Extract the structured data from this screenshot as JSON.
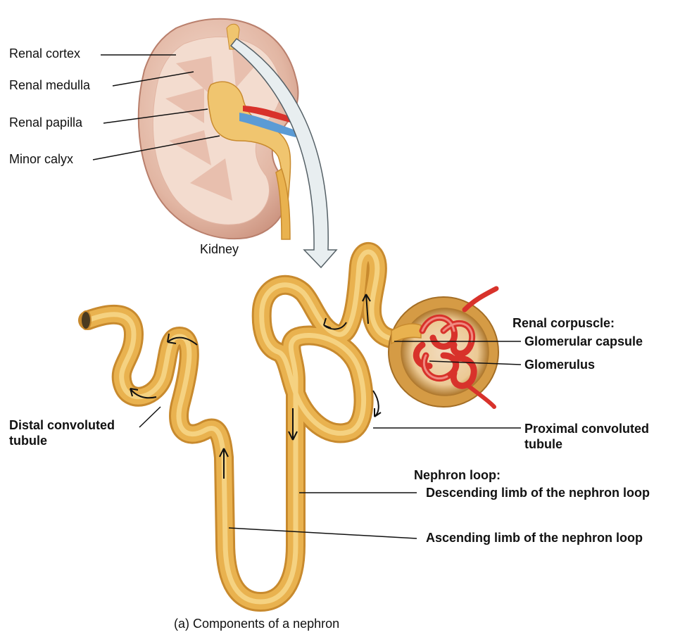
{
  "kidney_labels": {
    "renal_cortex": "Renal cortex",
    "renal_medulla": "Renal medulla",
    "renal_papilla": "Renal papilla",
    "minor_calyx": "Minor calyx",
    "kidney": "Kidney"
  },
  "nephron_labels": {
    "renal_corpuscle": "Renal corpuscle:",
    "glomerular_capsule": "Glomerular capsule",
    "glomerulus": "Glomerulus",
    "distal_convoluted_tubule_line1": "Distal convoluted",
    "distal_convoluted_tubule_line2": "tubule",
    "proximal_convoluted_tubule_line1": "Proximal convoluted",
    "proximal_convoluted_tubule_line2": "tubule",
    "nephron_loop": "Nephron loop:",
    "descending_limb": "Descending limb of the nephron loop",
    "ascending_limb": "Ascending limb of the nephron loop"
  },
  "caption": "(a) Components of a nephron",
  "colors": {
    "tubule": "#e9b24f",
    "tubule_highlight": "#f7d98d",
    "tubule_shadow": "#c88a2e",
    "kidney_outer": "#d9a48f",
    "kidney_inner": "#f1d4c4",
    "capillary": "#d8322b",
    "vein": "#5b9bd5",
    "arrow_fill": "#e8eef0",
    "leader": "#111111"
  }
}
